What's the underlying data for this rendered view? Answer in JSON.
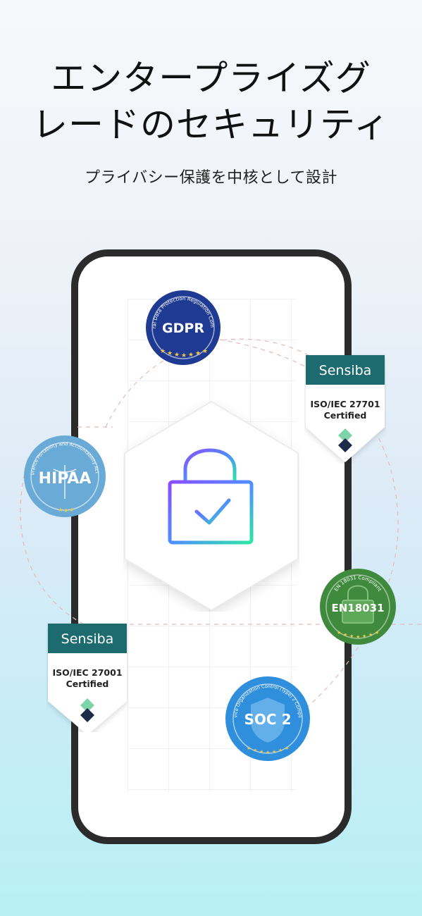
{
  "headline": {
    "line1": "エンタープライズグ",
    "line2": "レードのセキュリティ"
  },
  "subtitle": "プライバシー保護を中核として設計",
  "badges": {
    "gdpr": {
      "label": "GDPR",
      "ring_text": "General Data Protection Regulation Compliant",
      "color": "#1f3a93"
    },
    "hipaa": {
      "label": "HIPAA",
      "ring_text": "Health Insurance Portability and Accountability Act Compliant",
      "color": "#6aaad6"
    },
    "en18031": {
      "label": "EN18031",
      "ring_text": "EN 18031 Compliant",
      "color": "#3f8a3c"
    },
    "soc2": {
      "label": "SOC 2",
      "ring_text": "Service Organization Control (Type) 2 Compliant",
      "color": "#2f8fdc"
    },
    "sensiba_27701": {
      "brand": "Sensiba",
      "line1": "ISO/IEC 27701",
      "line2": "Certified",
      "color": "#1e6b6f"
    },
    "sensiba_27001": {
      "brand": "Sensiba",
      "line1": "ISO/IEC 27001",
      "line2": "Certified",
      "color": "#1e6b6f"
    }
  },
  "icons": {
    "center": "lock-check-icon"
  }
}
